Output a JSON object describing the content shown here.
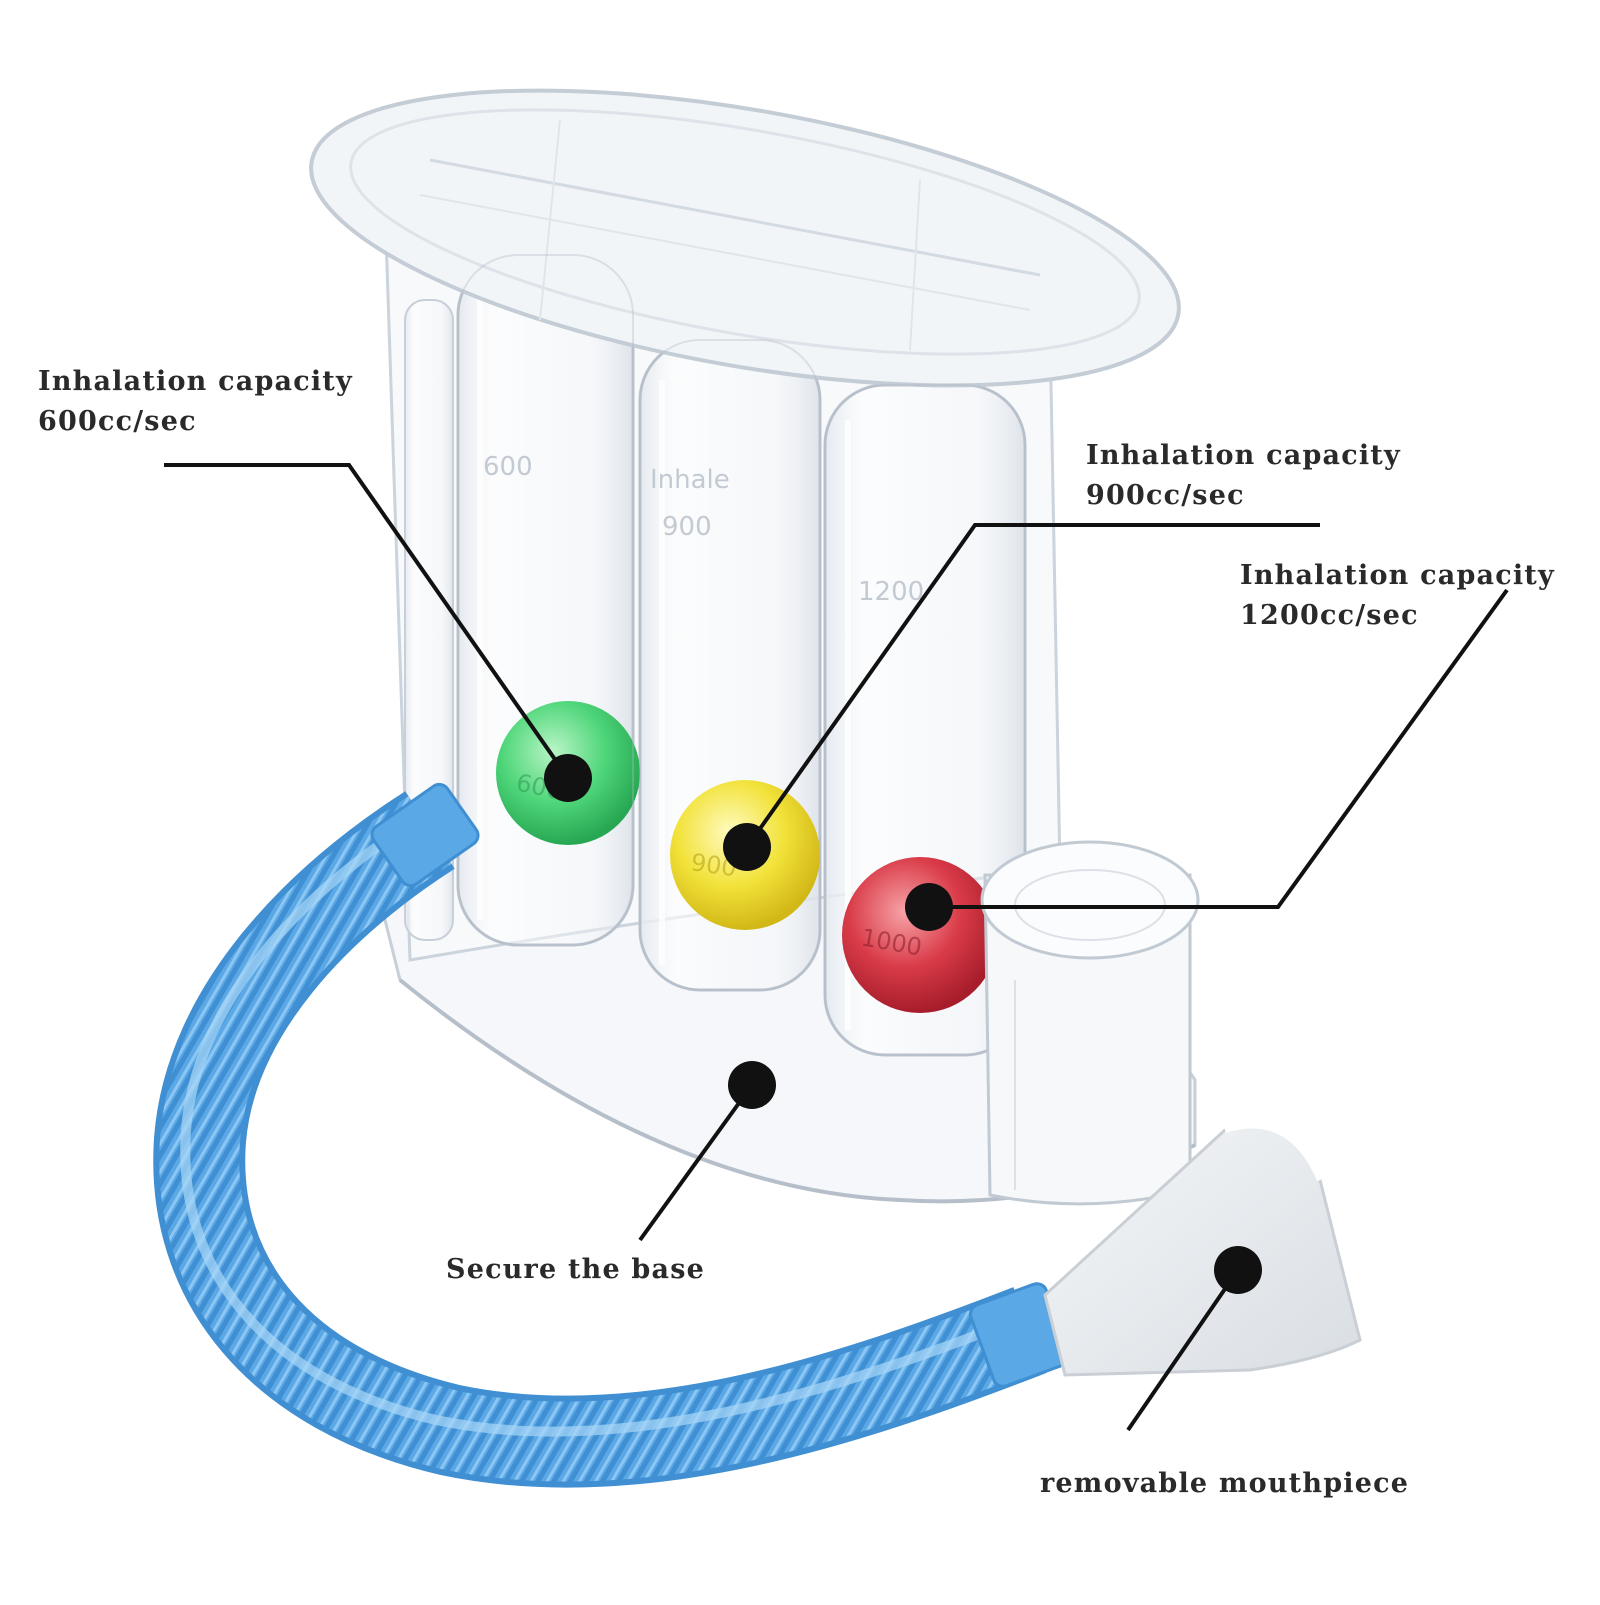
{
  "callouts": {
    "inhalation_600": {
      "line1": "Inhalation capacity",
      "line2": "600cc/sec"
    },
    "inhalation_900": {
      "line1": "Inhalation capacity",
      "line2": "900cc/sec"
    },
    "inhalation_1200": {
      "line1": "Inhalation capacity",
      "line2": "1200cc/sec"
    },
    "base": {
      "text": "Secure the base"
    },
    "mouthpiece": {
      "text": "removable mouthpiece"
    }
  },
  "device": {
    "chamber_marks": [
      "600",
      "Inhale",
      "900",
      "1200"
    ],
    "ball_marks": [
      "600",
      "900",
      "1000"
    ],
    "colors": {
      "hose": "#5aa8e6",
      "ball_green": "#4fd67a",
      "ball_yellow": "#f2e23a",
      "ball_red": "#d93b48",
      "plastic_edge": "#c7cfd8",
      "callout": "#111111"
    }
  }
}
